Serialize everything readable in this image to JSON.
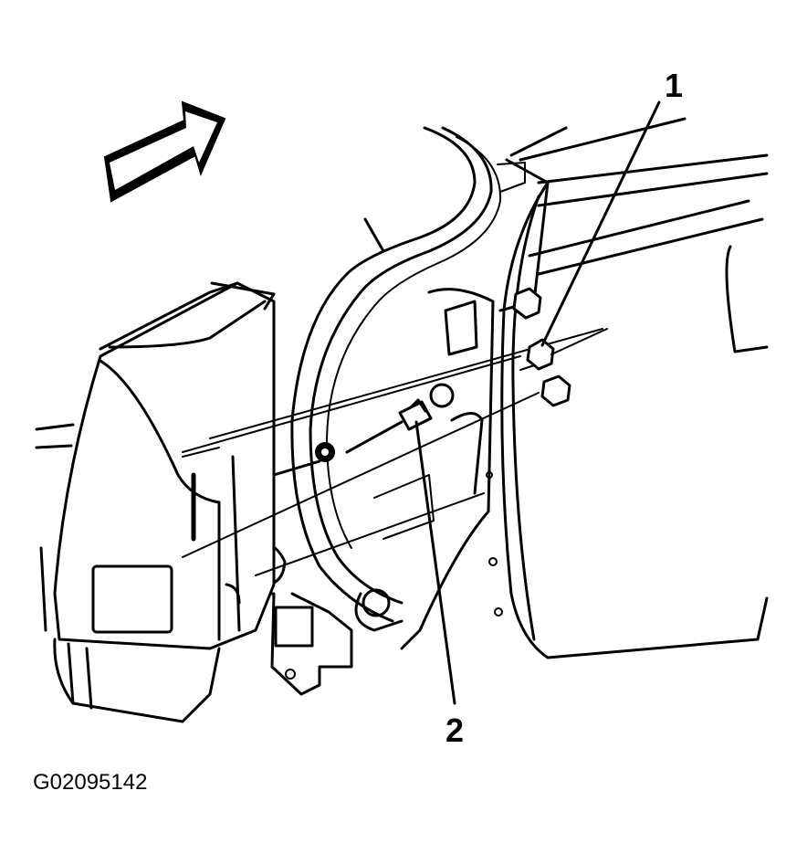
{
  "figure_id": "G02095142",
  "callouts": [
    {
      "number": "1"
    },
    {
      "number": "2"
    }
  ],
  "icons": {
    "direction_arrow": "forward-direction-arrow-icon",
    "nuts": "hex-nut-icon",
    "connector": "electrical-connector-icon"
  }
}
